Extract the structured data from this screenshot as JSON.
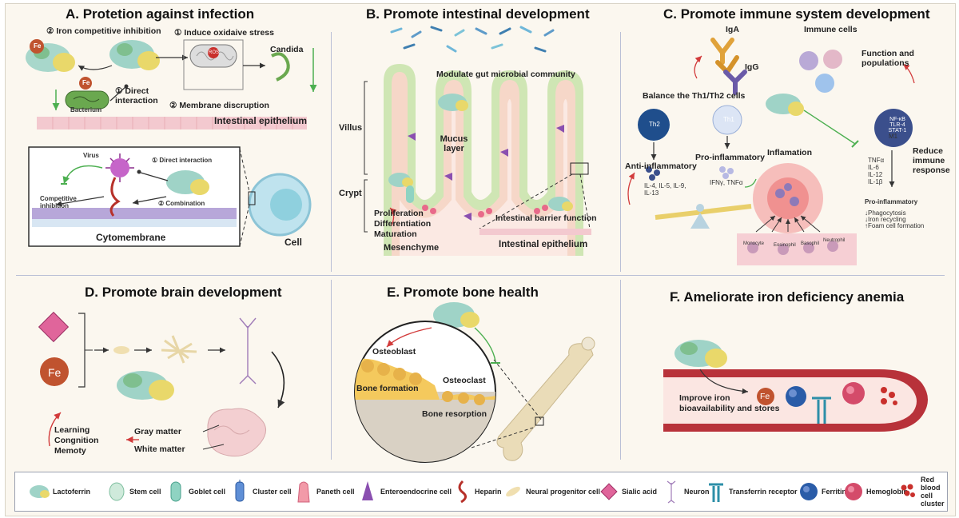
{
  "panels": {
    "a": {
      "title": "A. Protetion against infection",
      "iron_competitive": "② Iron competitive inhibition",
      "oxidative": "① Induce oxidaive stress",
      "candida": "Candida",
      "direct_interaction": "① Direct interaction",
      "membrane": "② Membrane discruption",
      "bacterium": "Bacterium",
      "epithelium": "Intestinal epithelium",
      "virus": "Virus",
      "virus_direct": "① Direct interaction",
      "competitive_inhibition": "Competitive inhibition",
      "combination": "② Combination",
      "cytomembrane": "Cytomembrane",
      "cell": "Cell",
      "fe": "Fe",
      "ros": "ROS"
    },
    "b": {
      "title": "B. Promote intestinal development",
      "microbial": "Modulate gut microbial community",
      "villus": "Villus",
      "mucus": "Mucus layer",
      "crypt": "Crypt",
      "proliferation": "Proliferation",
      "differentiation": "Differentiation",
      "maturation": "Maturation",
      "mesenchyme": "Mesenchyme",
      "barrier": "Intestinal barrier function",
      "epithelium": "Intestinal epithelium"
    },
    "c": {
      "title": "C. Promote immune system  development",
      "iga": "IgA",
      "igg": "IgG",
      "immune_cells": "Immune cells",
      "function": "Function and populations",
      "balance": "Balance the Th1/Th2 cells",
      "th2": "Th2",
      "th1": "Th1",
      "pro_inflammatory": "Pro-inflammatory",
      "anti_inflammatory": "Anti-inflammatory",
      "cytokines_anti": "IL-4, IL-5, IL-9, IL-13",
      "cytokines_pro": "IFNγ, TNFα",
      "inflammation": "Inflamation",
      "m1_markers": "NF-κB TLR-4 STAT-1",
      "m1": "M1",
      "reduce": "Reduce immune response",
      "tnf_list": "TNFα IL-6 IL-12 IL-1β",
      "pro_inflammatory2": "Pro-inflammatory",
      "phago": "↓Phagocytosis",
      "iron_recycling": "↓Iron recycling",
      "foam": "↑Foam cell formation",
      "monocyte": "Monocyte",
      "eosinophil": "Eosinophil",
      "basophil": "Basophil",
      "neutrophil": "Neutrophil"
    },
    "d": {
      "title": "D. Promote brain development",
      "fe": "Fe",
      "learning": "Learning",
      "congnition": "Congnition",
      "memory": "Memoty",
      "gray": "Gray matter",
      "white": "White matter"
    },
    "e": {
      "title": "E. Promote bone health",
      "osteoblast": "Osteoblast",
      "osteoclast": "Osteoclast",
      "formation": "Bone formation",
      "resorption": "Bone resorption"
    },
    "f": {
      "title": "F. Ameliorate iron deficiency anemia",
      "improve1": "Improve iron",
      "improve2": "bioavailability and stores",
      "fe": "Fe"
    }
  },
  "legend": [
    {
      "label": "Lactoferrin",
      "icon": "lactoferrin-icon"
    },
    {
      "label": "Stem cell",
      "icon": "stem-cell-icon"
    },
    {
      "label": "Goblet cell",
      "icon": "goblet-cell-icon"
    },
    {
      "label": "Cluster cell",
      "icon": "cluster-cell-icon"
    },
    {
      "label": "Paneth cell",
      "icon": "paneth-cell-icon"
    },
    {
      "label": "Enteroendocrine cell",
      "icon": "enteroendocrine-cell-icon"
    },
    {
      "label": "Heparin",
      "icon": "heparin-icon"
    },
    {
      "label": "Neural progenitor cell",
      "icon": "neural-progenitor-icon"
    },
    {
      "label": "Sialic acid",
      "icon": "sialic-acid-icon"
    },
    {
      "label": "Neuron",
      "icon": "neuron-icon"
    },
    {
      "label": "Transferrin receptor",
      "icon": "transferrin-receptor-icon"
    },
    {
      "label": "Ferritin",
      "icon": "ferritin-icon"
    },
    {
      "label": "Hemoglobin",
      "icon": "hemoglobin-icon"
    },
    {
      "label": "Red blood cell cluster",
      "icon": "rbc-cluster-icon"
    }
  ],
  "colors": {
    "fe": "#c0532f",
    "arrow_red": "#d23b3b",
    "arrow_green": "#4caf50",
    "villus_green": "#cfe6b4",
    "vessel": "#b8323a",
    "th2": "#1f4e8c",
    "purple": "#7a4ea3"
  }
}
